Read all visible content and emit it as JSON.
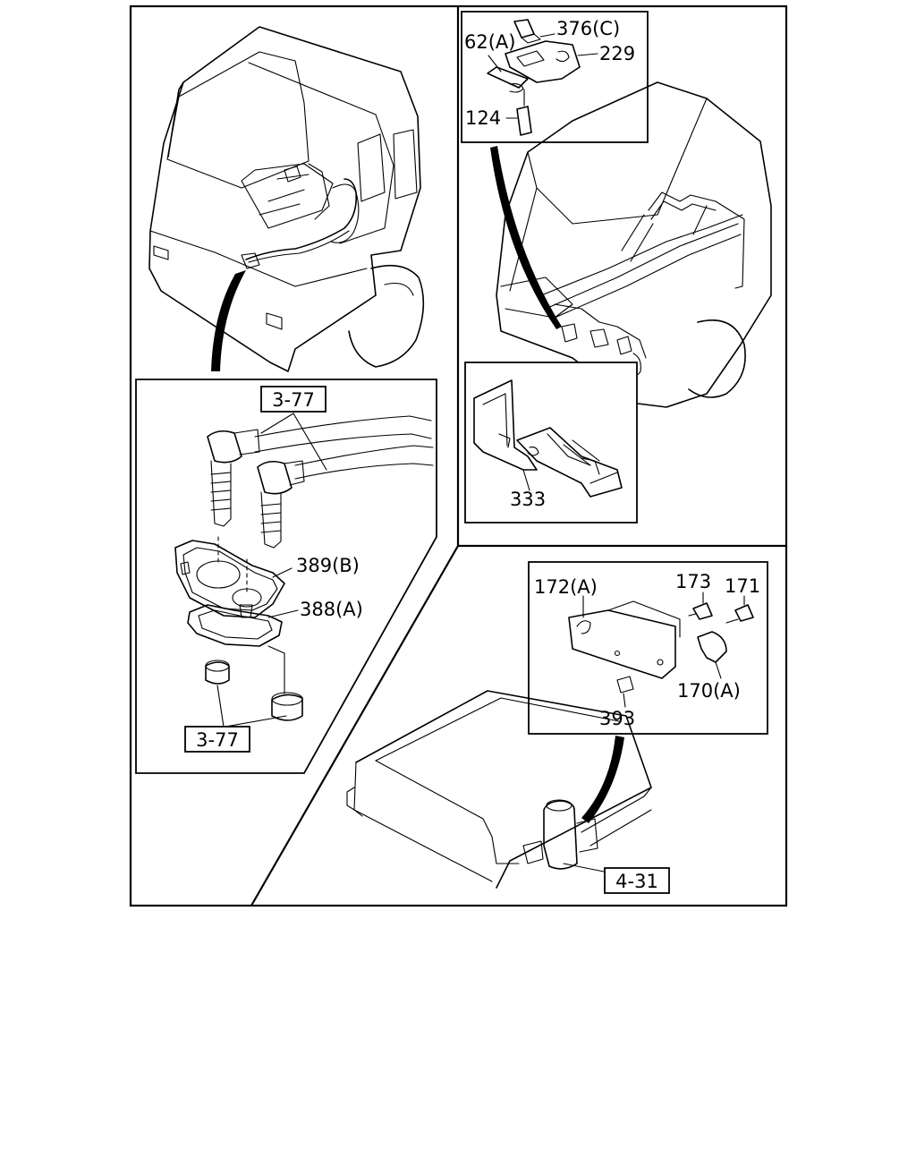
{
  "callouts": {
    "p376c": "376(C)",
    "p62a": "62(A)",
    "p229": "229",
    "p124": "124",
    "p333": "333",
    "p389b": "389(B)",
    "p388a": "388(A)",
    "p172a": "172(A)",
    "p173": "173",
    "p171": "171",
    "p170a": "170(A)",
    "p393": "393"
  },
  "refs": {
    "ref_377_top": "3-77",
    "ref_377_bottom": "3-77",
    "ref_431": "4-31"
  }
}
